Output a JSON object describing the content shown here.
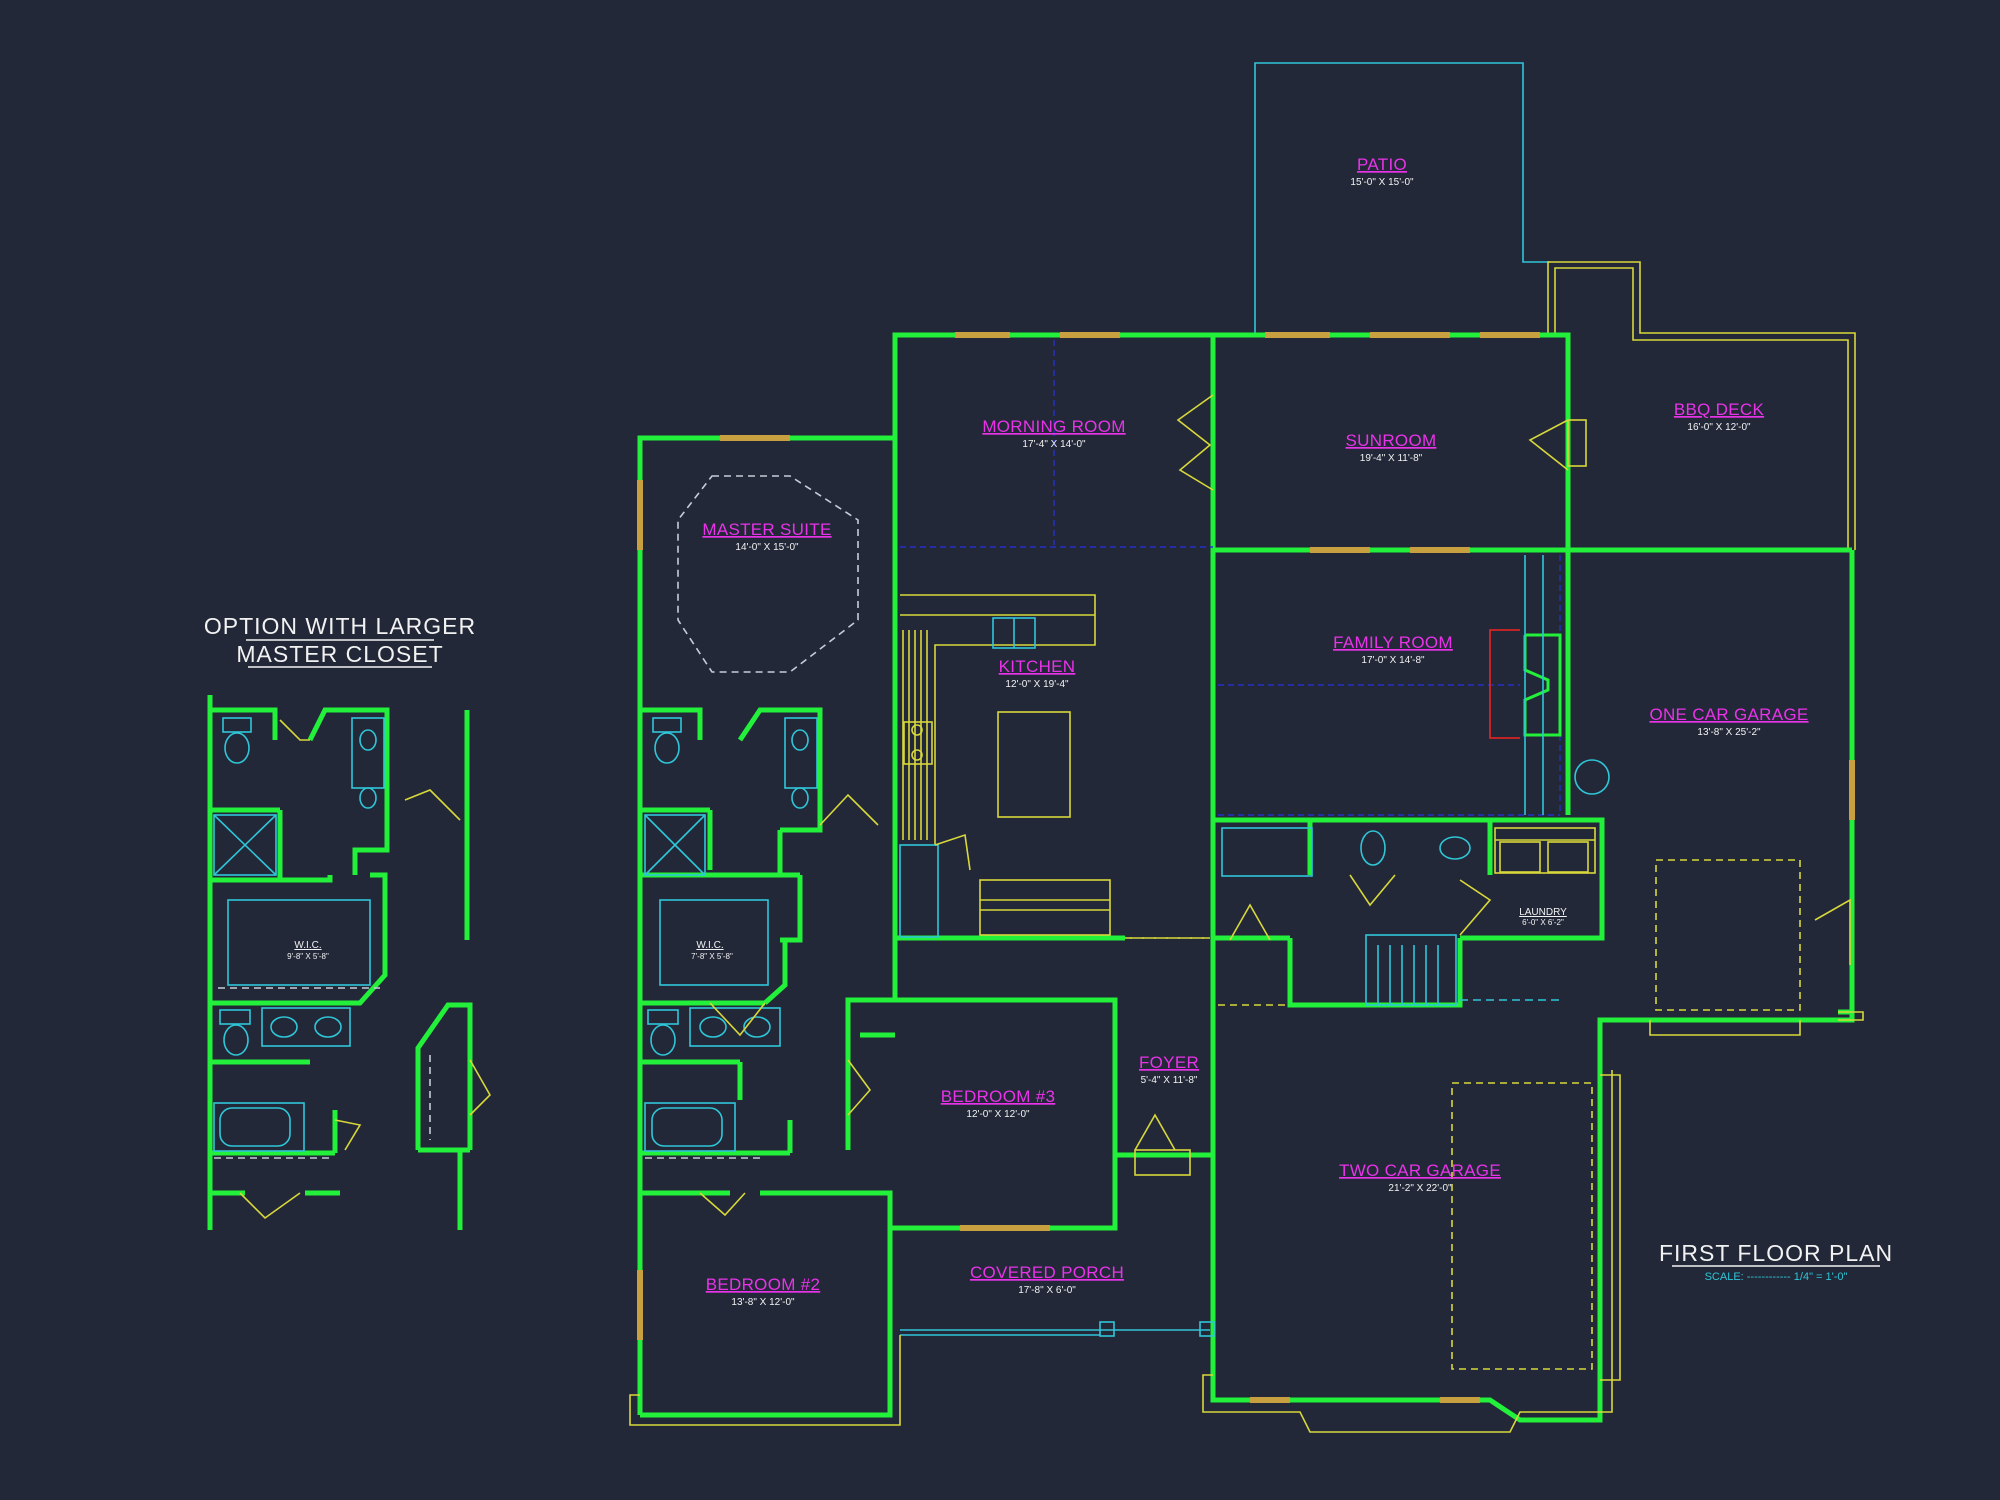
{
  "plan": {
    "title": "FIRST FLOOR PLAN",
    "scale": "SCALE: ------------ 1/4\" = 1'-0\"",
    "option_title_line1": "OPTION WITH LARGER",
    "option_title_line2": "MASTER CLOSET"
  },
  "rooms": {
    "patio": {
      "name": "PATIO",
      "dims": "15'-0\" X 15'-0\""
    },
    "morning_room": {
      "name": "MORNING ROOM",
      "dims": "17'-4\" X 14'-0\""
    },
    "sunroom": {
      "name": "SUNROOM",
      "dims": "19'-4\" X 11'-8\""
    },
    "bbq_deck": {
      "name": "BBQ DECK",
      "dims": "16'-0\" X 12'-0\""
    },
    "master_suite": {
      "name": "MASTER SUITE",
      "dims": "14'-0\" X 15'-0\""
    },
    "kitchen": {
      "name": "KITCHEN",
      "dims": "12'-0\" X 19'-4\""
    },
    "family_room": {
      "name": "FAMILY ROOM",
      "dims": "17'-0\" X 14'-8\""
    },
    "one_car_garage": {
      "name": "ONE CAR GARAGE",
      "dims": "13'-8\" X 25'-2\""
    },
    "laundry": {
      "name": "LAUNDRY",
      "dims": "6'-0\" X 6'-2\""
    },
    "wic": {
      "name": "W.I.C.",
      "dims": "7'-8\" X 5'-8\""
    },
    "option_wic": {
      "name": "W.I.C.",
      "dims": "9'-8\" X 5'-8\""
    },
    "bedroom3": {
      "name": "BEDROOM #3",
      "dims": "12'-0\" X 12'-0\""
    },
    "foyer": {
      "name": "FOYER",
      "dims": "5'-4\" X 11'-8\""
    },
    "two_car_garage": {
      "name": "TWO CAR GARAGE",
      "dims": "21'-2\" X 22'-0\""
    },
    "bedroom2": {
      "name": "BEDROOM #2",
      "dims": "13'-8\" X 12'-0\""
    },
    "covered_porch": {
      "name": "COVERED PORCH",
      "dims": "17'-8\" X 6'-0\""
    }
  },
  "colors": {
    "background": "#222838",
    "walls": "#22f03a",
    "room_labels": "#e833e8",
    "fixtures": "#2fc6d8",
    "outlines": "#d8d83a"
  }
}
